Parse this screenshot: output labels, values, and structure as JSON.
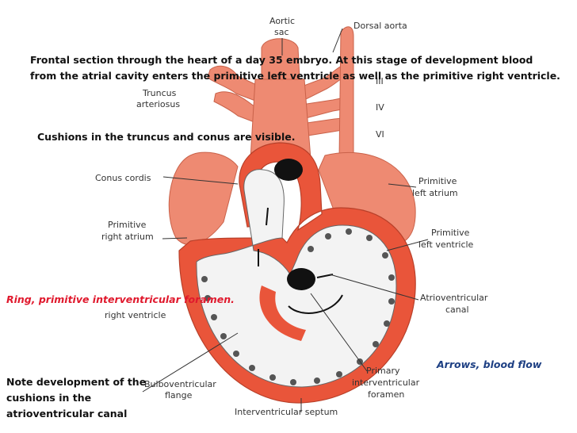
{
  "captions": {
    "intro_line1": "Frontal section through the heart of a day 35 embryo. At this stage of development blood",
    "intro_line2": "from the atrial cavity enters the primitive left ventricle as well as the primitive right ventricle.",
    "cushions": "Cushions in the truncus and conus are  visible.",
    "ring": "Ring, primitive interventricular foramen.",
    "arrows": "Arrows, blood flow",
    "note_line1": "Note development of the",
    "note_line2": "cushions in the",
    "note_line3": "atrioventricular canal"
  },
  "labels": {
    "aortic_sac_1": "Aortic",
    "aortic_sac_2": "sac",
    "dorsal_aorta": "Dorsal aorta",
    "arch_iii": "III",
    "arch_iv": "IV",
    "arch_vi": "VI",
    "truncus_1": "Truncus",
    "truncus_2": "arteriosus",
    "conus_cordis": "Conus cordis",
    "prim_left_atrium_1": "Primitive",
    "prim_left_atrium_2": "left atrium",
    "prim_right_atrium_1": "Primitive",
    "prim_right_atrium_2": "right atrium",
    "prim_left_ventricle_1": "Primitive",
    "prim_left_ventricle_2": "left ventricle",
    "prim_right_ventricle": "right ventricle",
    "av_canal_1": "Atrioventricular",
    "av_canal_2": "canal",
    "bulbo_1": "Bulboventricular",
    "bulbo_2": "flange",
    "primary_iv_1": "Primary",
    "primary_iv_2": "interventricular",
    "primary_iv_3": "foramen",
    "iv_septum": "Interventricular septum"
  },
  "colors": {
    "tissue": "#ee8a72",
    "tissue_dark": "#d46a52",
    "wall": "#e9553a",
    "cavity": "#f3f3f3",
    "ring_red": "#e0192d",
    "arrows_blue": "#1d3f83"
  }
}
